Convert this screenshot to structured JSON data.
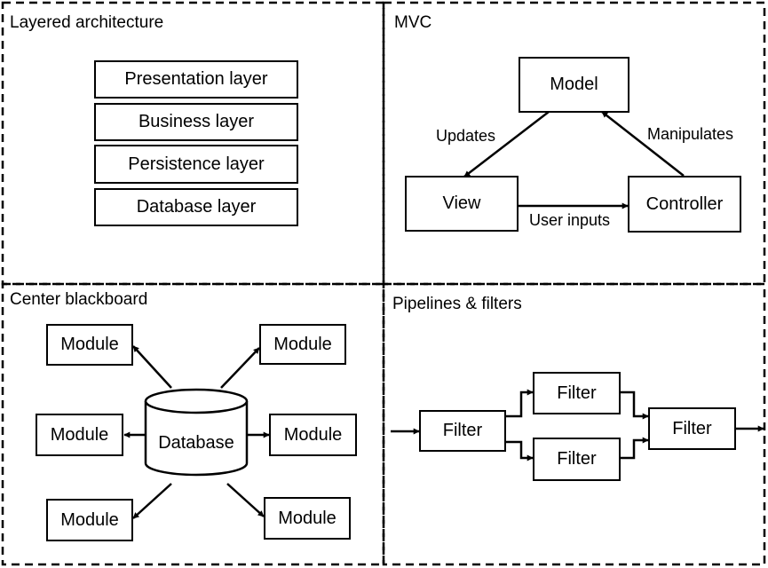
{
  "panels": {
    "layered": {
      "title": "Layered architecture",
      "layers": [
        "Presentation layer",
        "Business layer",
        "Persistence layer",
        "Database layer"
      ]
    },
    "mvc": {
      "title": "MVC",
      "nodes": {
        "model": "Model",
        "view": "View",
        "controller": "Controller"
      },
      "edges": {
        "updates": "Updates",
        "manipulates": "Manipulates",
        "user_inputs": "User inputs"
      }
    },
    "blackboard": {
      "title": "Center blackboard",
      "center": "Database",
      "modules": [
        "Module",
        "Module",
        "Module",
        "Module",
        "Module",
        "Module"
      ]
    },
    "pipeline": {
      "title": "Pipelines & filters",
      "filters": [
        "Filter",
        "Filter",
        "Filter",
        "Filter"
      ]
    }
  }
}
